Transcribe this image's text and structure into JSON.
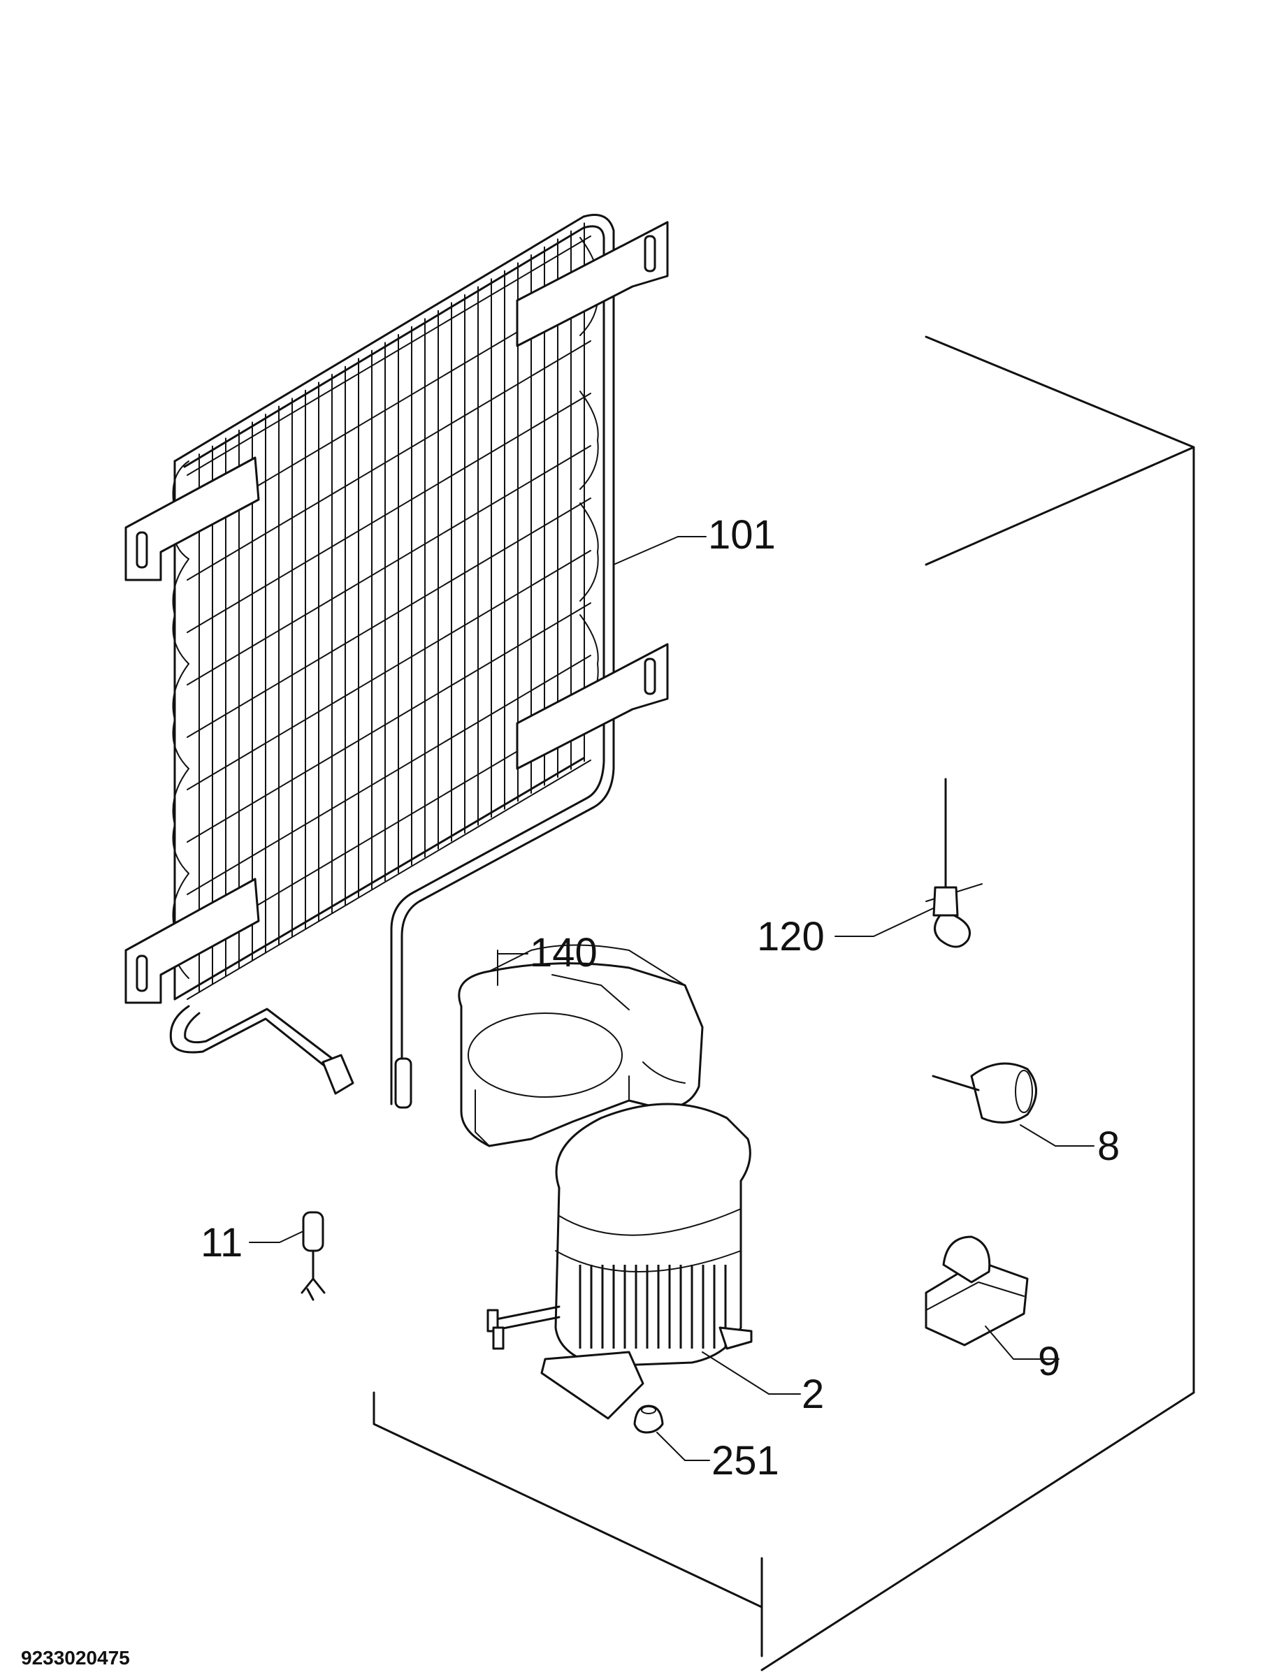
{
  "diagram": {
    "part_labels": {
      "condenser": "101",
      "drip_tray": "140",
      "thermostat_sensor": "120",
      "filter_drier": "11",
      "overload_protector": "8",
      "relay": "9",
      "compressor": "2",
      "grommet": "251"
    },
    "document_number": "9233020475"
  }
}
